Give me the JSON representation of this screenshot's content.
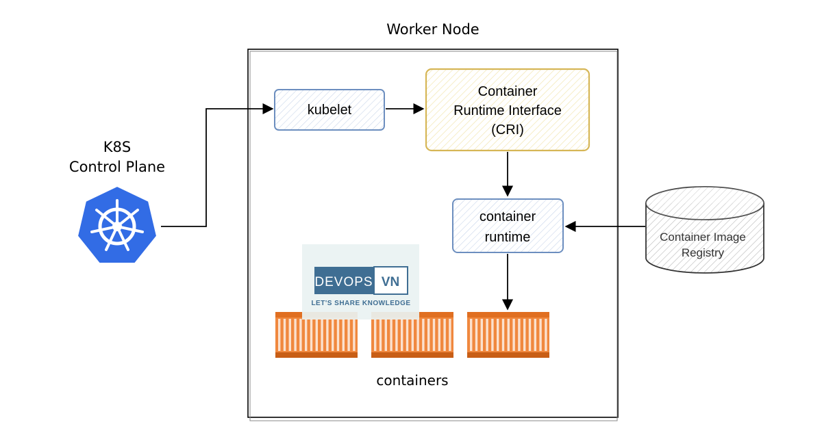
{
  "worker_node": {
    "title": "Worker Node"
  },
  "control_plane": {
    "label_line1": "K8S",
    "label_line2": "Control Plane",
    "icon": "kubernetes-helm-icon",
    "color": "#326ce5"
  },
  "kubelet": {
    "label": "kubelet",
    "color": "#6c8ebf"
  },
  "cri": {
    "label_line1": "Container",
    "label_line2": "Runtime Interface",
    "label_line3": "(CRI)",
    "color": "#d6b656"
  },
  "container_runtime": {
    "label_line1": "container",
    "label_line2": "runtime",
    "color": "#6c8ebf"
  },
  "registry": {
    "label_line1": "Container Image",
    "label_line2": "Registry",
    "icon": "database-cylinder-icon"
  },
  "containers": {
    "label": "containers",
    "count": 3,
    "color": "#f0883e"
  },
  "watermark": {
    "brand_left": "DEVOPS",
    "brand_right": "VN",
    "tagline": "LET'S SHARE KNOWLEDGE",
    "color": "#3f6e93"
  }
}
